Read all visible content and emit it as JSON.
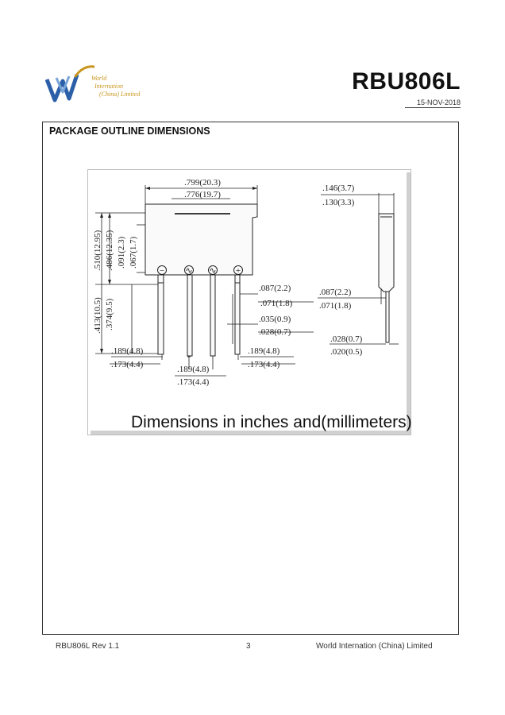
{
  "header": {
    "company_lines": [
      "World",
      "Internation",
      "(China) Limited"
    ],
    "part_number": "RBU806L",
    "date": "15-NOV-2018",
    "brand_color": "#2b5fa8",
    "accent_color": "#c8961e"
  },
  "section": {
    "title": "PACKAGE OUTLINE DIMENSIONS"
  },
  "figure": {
    "caption": "Dimensions in inches and(millimeters)",
    "pin_symbols": [
      "−",
      "∿",
      "∿",
      "+"
    ],
    "dims": {
      "body_width_max": ".799(20.3)",
      "body_width_min": ".776(19.7)",
      "body_height_max": ".510(12.95)",
      "body_height_min": ".486(12.35)",
      "hole_max": ".091(2.3)",
      "hole_min": ".067(1.7)",
      "lead_len_max": ".413(10.5)",
      "lead_len_min": ".374(9.5)",
      "lead_step_max": ".087(2.2)",
      "lead_step_min": ".071(1.8)",
      "lead_width_max": ".035(0.9)",
      "lead_width_min": ".028(0.7)",
      "pitch_left_max": ".189(4.8)",
      "pitch_left_min": ".173(4.4)",
      "pitch_mid_max": ".189(4.8)",
      "pitch_mid_min": ".173(4.4)",
      "pitch_right_max": ".189(4.8)",
      "pitch_right_min": ".173(4.4)",
      "thickness_max": ".146(3.7)",
      "thickness_min": ".130(3.3)",
      "side_step_max": ".087(2.2)",
      "side_step_min": ".071(1.8)",
      "side_lead_max": ".028(0.7)",
      "side_lead_min": ".020(0.5)"
    }
  },
  "footer": {
    "left": "RBU806L   Rev 1.1",
    "page": "3",
    "right": "World  Internation  (China)  Limited"
  }
}
